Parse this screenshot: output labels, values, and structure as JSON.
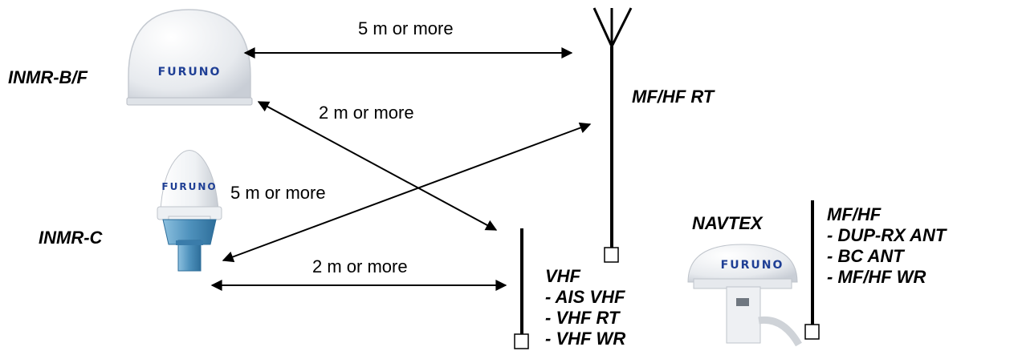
{
  "brand": "FURUNO",
  "equipment": {
    "inmr_bf": "INMR-B/F",
    "inmr_c": "INMR-C",
    "navtex": "NAVTEX",
    "mfhf_rt": "MF/HF RT",
    "vhf": [
      "VHF",
      "- AIS VHF",
      "- VHF RT",
      "- VHF WR"
    ],
    "mfhf": [
      "MF/HF",
      "- DUP-RX ANT",
      "- BC ANT",
      "- MF/HF WR"
    ]
  },
  "distances": {
    "bf_to_mfhf": "5 m or more",
    "bf_to_vhf": "2 m or more",
    "c_to_mfhf": "5 m or more",
    "c_to_vhf": "2 m or more"
  },
  "colors": {
    "brand_text": "#1f3f95",
    "dome": "#f2f4f6",
    "base_blue": "#5fa0c8"
  }
}
